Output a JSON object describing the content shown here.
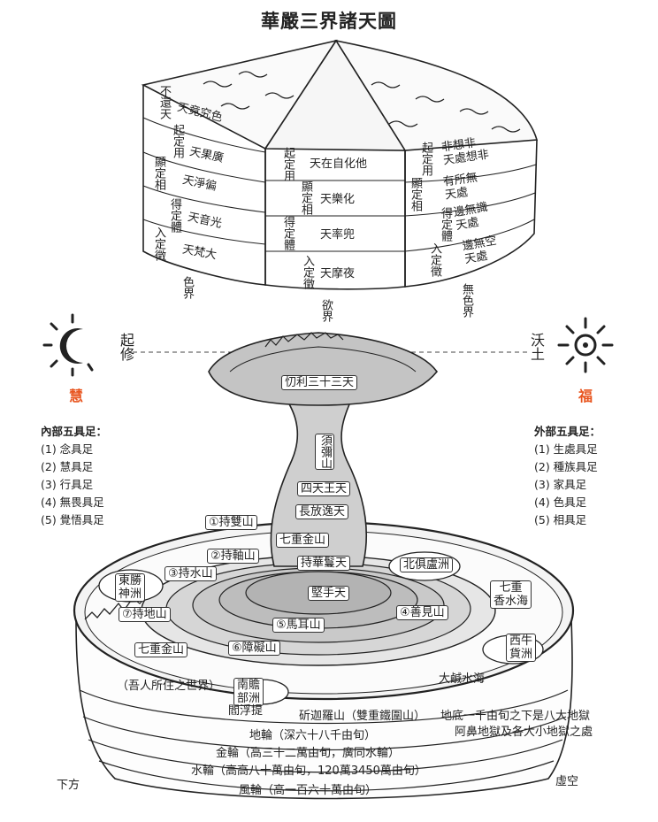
{
  "title": "華嚴三界諸天圖",
  "top": {
    "form_realm": {
      "heavens": [
        "天竟究色",
        "天果廣",
        "天淨徧",
        "天音光",
        "天梵大"
      ],
      "stages": [
        "不還天",
        "起定用",
        "顯定相",
        "得定體",
        "入定徵"
      ],
      "label": "色界"
    },
    "desire_realm": {
      "heavens": [
        "天在自化他",
        "天樂化",
        "天率兜",
        "天摩夜"
      ],
      "stages": [
        "起定用",
        "顯定相",
        "得定體",
        "入定徵"
      ],
      "label": "欲界"
    },
    "formless_realm": {
      "heavens": [
        "非想非\n天處想非",
        "有所無\n天處",
        "邊無識\n天處",
        "邊無空\n天處"
      ],
      "stages": [
        "起定用",
        "顯定相",
        "得定體",
        "入定徵"
      ],
      "label": "無色界"
    }
  },
  "left": {
    "moon_icon": "crescent-moon-icon",
    "side_text": "起修",
    "accent_label": "慧",
    "list_title": "內部五具足：",
    "list": [
      "(1) 念具足",
      "(2) 慧具足",
      "(3) 行具足",
      "(4) 無畏具足",
      "(5) 覺悟具足"
    ]
  },
  "right": {
    "sun_icon": "sun-icon",
    "side_text": "沃土",
    "accent_label": "福",
    "list_title": "外部五具足：",
    "list": [
      "(1) 生處具足",
      "(2) 種族具足",
      "(3) 家具足",
      "(4) 色具足",
      "(5) 相具足"
    ]
  },
  "mountain": {
    "trayastrimsa": "忉利三十三天",
    "sumeru": "須彌山",
    "four_kings": "四天王天",
    "changfang": "長放逸天",
    "seven_gold": "七重金山",
    "chihua": "持華鬘天",
    "jianshou": "堅手天",
    "rings": [
      "①持雙山",
      "②持軸山",
      "③持水山",
      "④善見山",
      "⑤馬耳山",
      "⑥障礙山",
      "⑦持地山"
    ],
    "continents": {
      "east": "東勝\n神洲",
      "north": "北俱盧洲",
      "west": "西牛\n貨洲",
      "south": "南贍\n部洲"
    },
    "seven_sea": "七重\n香水海",
    "seven_gold_left": "七重金山",
    "salt_sea": "大鹹水海",
    "our_world": "（吾人所住之世界）",
    "jambudvipa": "閻浮提",
    "iron_mountain": "斫迦羅山（雙重鐵圍山）",
    "hell_note1": "地底一千由旬之下是八大地獄",
    "hell_note2": "阿鼻地獄及各大小地獄之處",
    "earth_wheel": "地輪（深六十八千由旬）",
    "gold_wheel": "金輪（高三十二萬由旬，廣同水輪）",
    "water_wheel": "水輪（高高八十萬由旬，120萬3450萬由旬）",
    "wind_wheel": "風輪（高一百六十萬由旬）",
    "below": "下方",
    "void": "虛空"
  },
  "colors": {
    "accent": "#e8551f",
    "ink": "#222222"
  }
}
